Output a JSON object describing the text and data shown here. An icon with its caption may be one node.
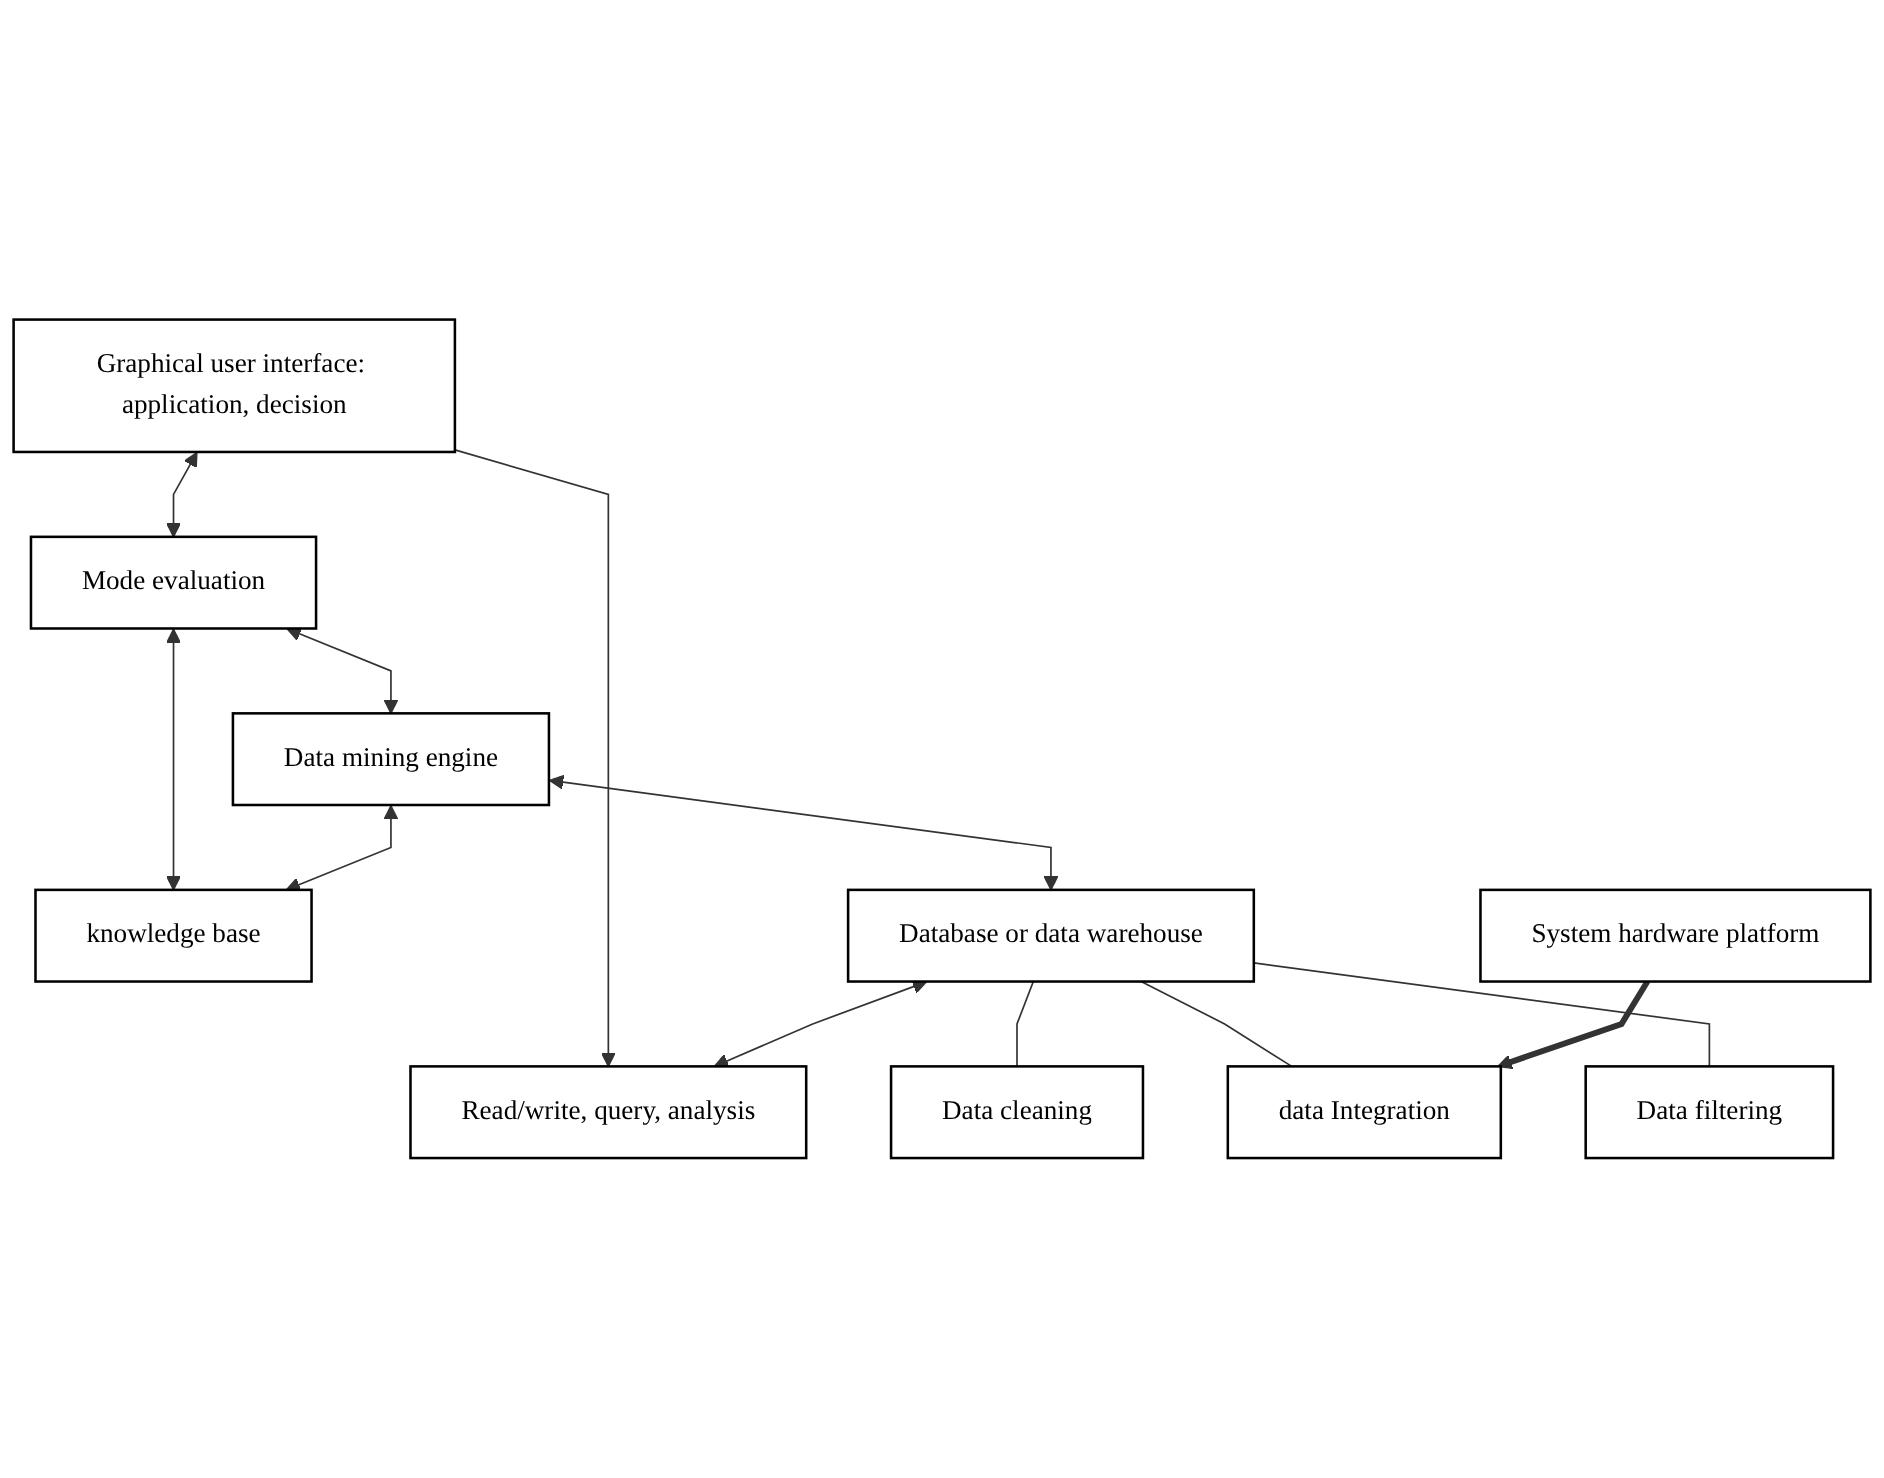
{
  "diagram": {
    "nodes": [
      {
        "text": [
          "Graphical user interface: application, decision"
        ]
      },
      {
        "text": [
          "Read/write, query, analysis"
        ]
      },
      {
        "text": [
          "Mode evaluation"
        ]
      },
      {
        "text": [
          "knowledge base"
        ]
      },
      {
        "text": [
          "Data mining engine"
        ]
      },
      {
        "text": [
          "Database or data warehouse"
        ]
      },
      {
        "text": [
          "Data cleaning"
        ]
      },
      {
        "text": [
          "data Integration"
        ]
      },
      {
        "text": [
          "Data filtering"
        ]
      },
      {
        "text": [
          "System hardware platform"
        ]
      }
    ],
    "edges": [
      {
        "from": 0,
        "to": 1,
        "arrow": "to"
      },
      {
        "from": 0,
        "to": 2,
        "arrow": "both"
      },
      {
        "from": 2,
        "to": 3,
        "arrow": "both"
      },
      {
        "from": 2,
        "to": 4,
        "arrow": "both"
      },
      {
        "from": 4,
        "to": 3,
        "arrow": "both"
      },
      {
        "from": 4,
        "to": 5,
        "arrow": "both"
      },
      {
        "from": 5,
        "to": 1,
        "arrow": "both"
      },
      {
        "from": 5,
        "to": 6,
        "arrow": "none"
      },
      {
        "from": 5,
        "to": 7,
        "arrow": "none"
      },
      {
        "from": 5,
        "to": 8,
        "arrow": "none"
      },
      {
        "from": 9,
        "to": 7,
        "arrow": "to",
        "style": "thick"
      }
    ]
  }
}
